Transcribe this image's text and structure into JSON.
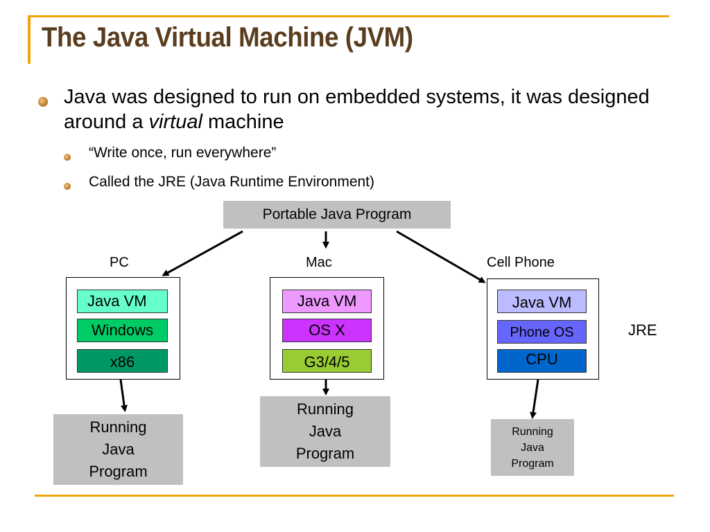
{
  "slide": {
    "title": "The Java Virtual Machine (JVM)",
    "bullets": {
      "main_before": "Java was designed to run on embedded systems, it was designed around a ",
      "main_italic": "virtual",
      "main_after": " machine",
      "sub1": "“Write once, run everywhere”",
      "sub2": "Called the JRE (Java Runtime Environment)"
    }
  },
  "diagram": {
    "portable": "Portable Java Program",
    "jre_label": "JRE",
    "platforms": [
      {
        "name": "PC",
        "layers": [
          "Java VM",
          "Windows",
          "x86"
        ],
        "running": [
          "Running",
          "Java",
          "Program"
        ]
      },
      {
        "name": "Mac",
        "layers": [
          "Java VM",
          "OS X",
          "G3/4/5"
        ],
        "running": [
          "Running",
          "Java",
          "Program"
        ]
      },
      {
        "name": "Cell Phone",
        "layers": [
          "Java VM",
          "Phone OS",
          "CPU"
        ],
        "running": [
          "Running",
          "Java",
          "Program"
        ]
      }
    ]
  },
  "colors": {
    "title": "#5a3d1e",
    "accent_rule": "#f0a30a",
    "pc_vm": "#66ffcc",
    "pc_os": "#00cc66",
    "pc_cpu": "#009966",
    "mac_vm": "#ee99ff",
    "mac_os": "#cc33ff",
    "mac_cpu": "#99cc33",
    "phone_vm": "#bbbbff",
    "phone_os": "#6666ff",
    "phone_cpu": "#0066cc",
    "gray_box": "#c0c0c0"
  }
}
